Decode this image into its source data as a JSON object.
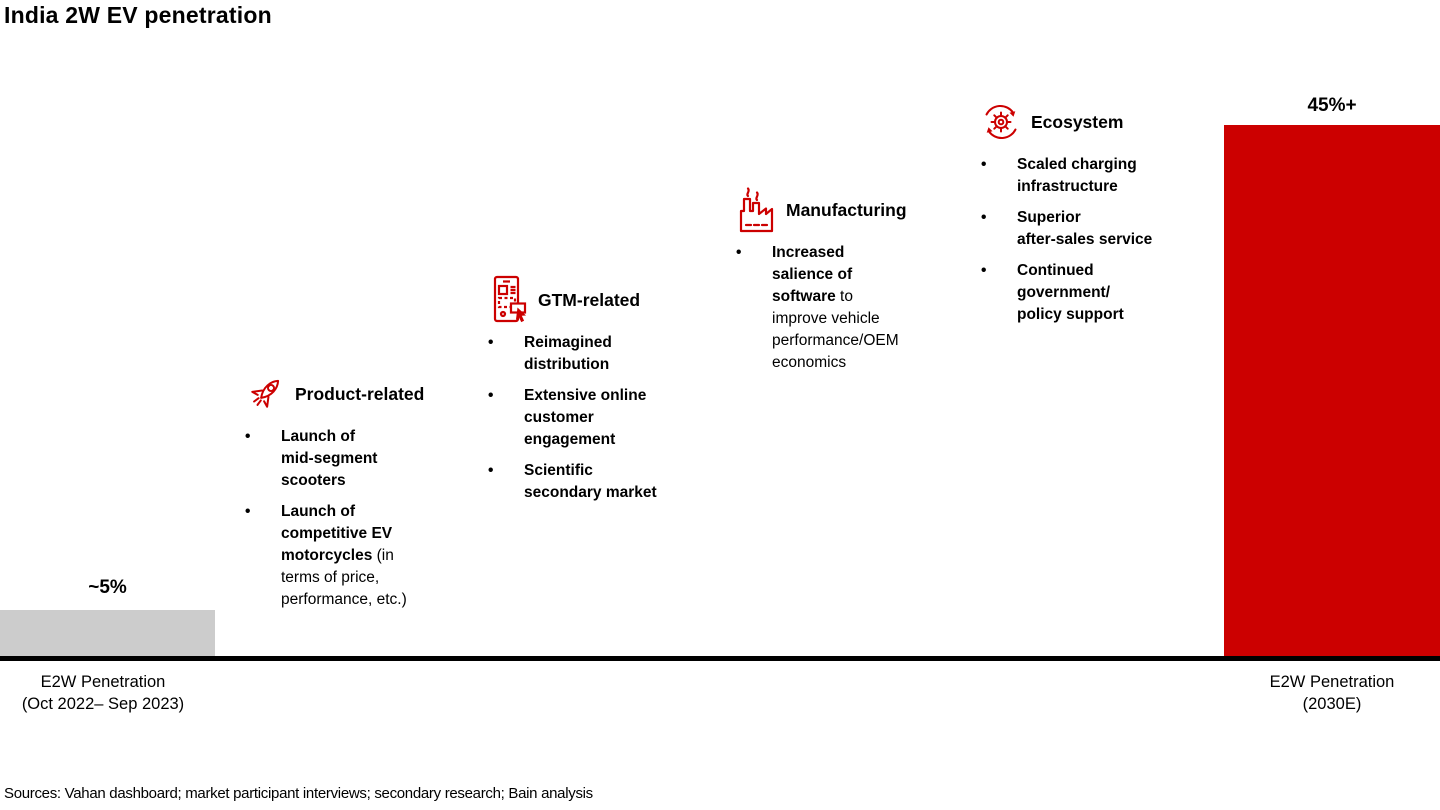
{
  "title": "India 2W EV penetration",
  "colors": {
    "accent": "#cc0000",
    "bar_gray": "#cccccc",
    "axis": "#000000"
  },
  "chart_data": {
    "type": "bar",
    "title": "India 2W EV penetration",
    "categories": [
      "E2W Penetration (Oct 2022– Sep 2023)",
      "E2W Penetration (2030E)"
    ],
    "values": [
      5,
      45
    ],
    "value_labels": [
      "~5%",
      "45%+"
    ],
    "bar_colors": [
      "#cccccc",
      "#cc0000"
    ],
    "xlabel": "",
    "ylabel": "",
    "ylim": [
      0,
      50
    ],
    "grid": false,
    "legend": "none",
    "annotations": [
      "Product-related",
      "GTM-related",
      "Manufacturing",
      "Ecosystem"
    ]
  },
  "bars": {
    "left": {
      "value_label": "~5%",
      "axis_label": "E2W Penetration\n(Oct 2022– Sep 2023)"
    },
    "right": {
      "value_label": "45%+",
      "axis_label": "E2W Penetration\n(2030E)"
    }
  },
  "bullet_marker": "•",
  "drivers": [
    {
      "icon": "rocket-icon",
      "header": "Product-related",
      "bullets": [
        {
          "bold": "Launch of\nmid-segment\nscooters",
          "normal": ""
        },
        {
          "bold": "Launch of\ncompetitive EV\nmotorcycles",
          "normal": " (in\nterms of price,\nperformance, etc.)"
        }
      ]
    },
    {
      "icon": "phone-commerce-icon",
      "header": "GTM-related",
      "bullets": [
        {
          "bold": "Reimagined\ndistribution",
          "normal": ""
        },
        {
          "bold": "Extensive online\ncustomer\nengagement",
          "normal": ""
        },
        {
          "bold": "Scientific\nsecondary market",
          "normal": ""
        }
      ]
    },
    {
      "icon": "factory-icon",
      "header": "Manufacturing",
      "bullets": [
        {
          "bold": "Increased\nsalience of\nsoftware",
          "normal": " to\nimprove vehicle\nperformance/OEM\neconomics"
        }
      ]
    },
    {
      "icon": "gear-cycle-icon",
      "header": "Ecosystem",
      "bullets": [
        {
          "bold": "Scaled charging\ninfrastructure",
          "normal": ""
        },
        {
          "bold": "Superior\nafter-sales service",
          "normal": ""
        },
        {
          "bold": "Continued\ngovernment/\npolicy support",
          "normal": ""
        }
      ]
    }
  ],
  "footer": {
    "sources": "Sources: Vahan dashboard; market participant interviews; secondary research; Bain analysis"
  }
}
